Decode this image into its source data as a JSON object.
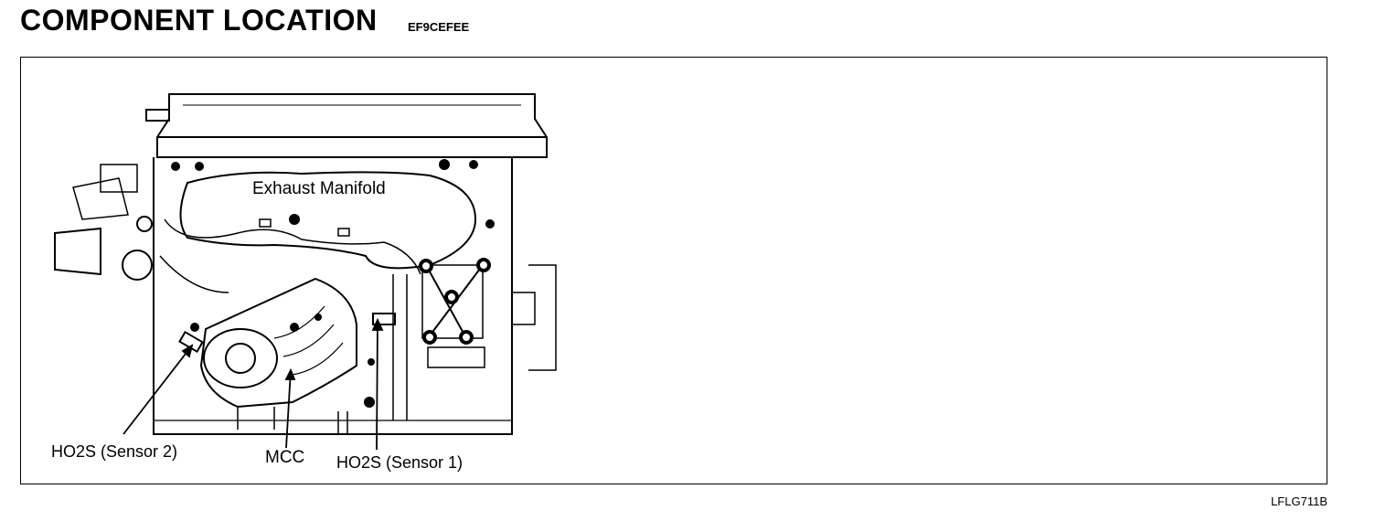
{
  "header": {
    "title": "COMPONENT LOCATION",
    "code": "EF9CEFEE"
  },
  "diagram": {
    "labels": {
      "exhaust_manifold": "Exhaust Manifold",
      "ho2s_sensor2": "HO2S (Sensor 2)",
      "mcc": "MCC",
      "ho2s_sensor1": "HO2S (Sensor 1)"
    }
  },
  "footer": {
    "figure_id": "LFLG711B"
  }
}
